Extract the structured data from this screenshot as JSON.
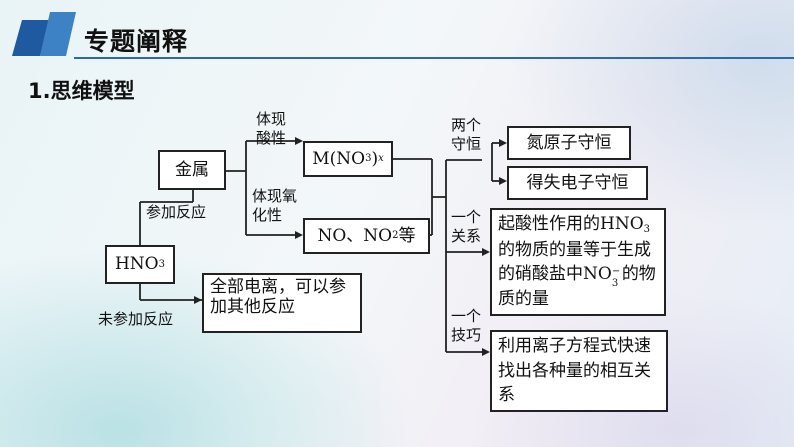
{
  "header": {
    "title": "专题阐释"
  },
  "section": {
    "num": "1",
    "title": ".思维模型"
  },
  "diagram": {
    "metal": "金属",
    "hno3": "HNO",
    "hno3_sub": "3",
    "label_react": "参加反应",
    "label_not_react": "未参加反应",
    "label_acid_1": "体现",
    "label_acid_2": "酸性",
    "label_ox_1": "体现氧",
    "label_ox_2": "化性",
    "salt_pre": "M(NO",
    "salt_sub": "3",
    "salt_close": ")",
    "salt_x": "x",
    "gas_a": "NO、NO",
    "gas_sub": "2",
    "gas_b": "等",
    "ionize_text": "全部电离，可以参加其他反应",
    "two_conserve_1": "两个",
    "two_conserve_2": "守恒",
    "n_conserve": "氮原子守恒",
    "e_conserve": "得失电子守恒",
    "one_relation_1": "一个",
    "one_relation_2": "关系",
    "relation_a": "起酸性作用的HNO",
    "relation_sub": "3",
    "relation_b": "的物质的量等于生成的硝酸盐中NO",
    "relation_sub2": "3",
    "relation_sup": "−",
    "relation_c": "的物质的量",
    "one_skill_1": "一个",
    "one_skill_2": "技巧",
    "skill_text": "利用离子方程式快速找出各种量的相互关系"
  }
}
